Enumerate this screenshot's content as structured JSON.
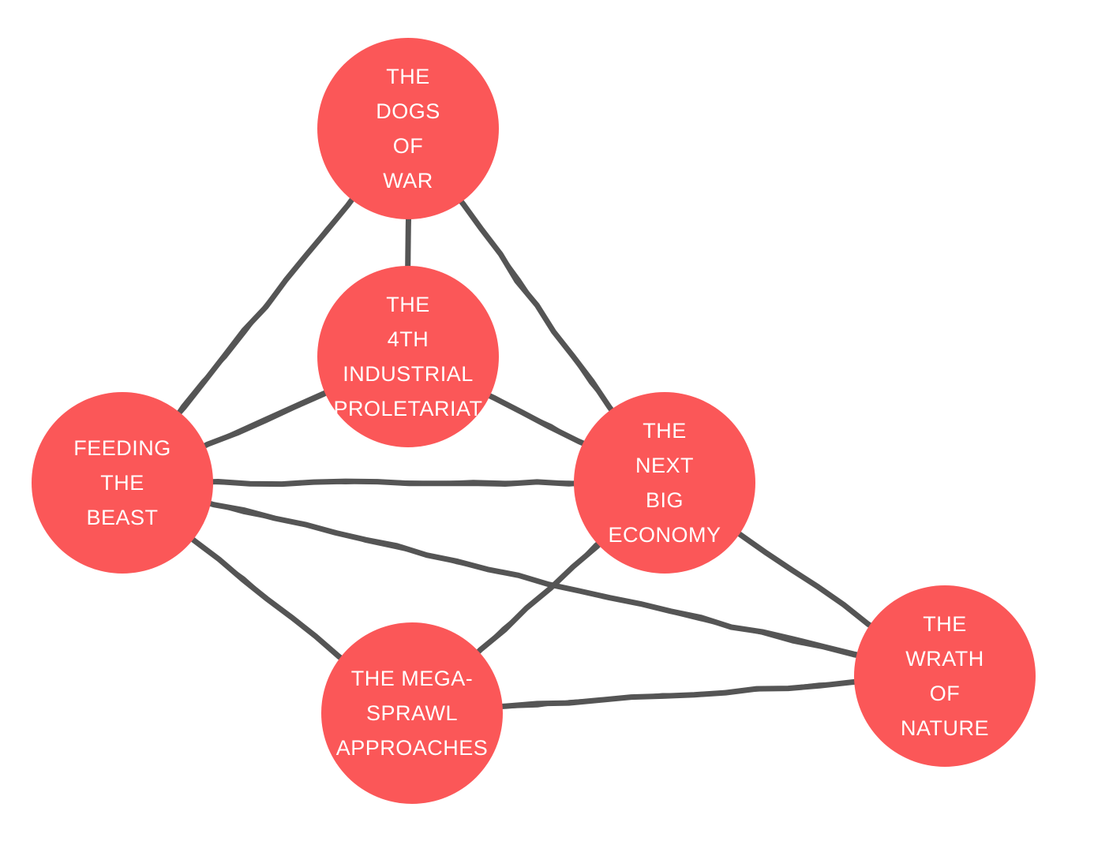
{
  "diagram": {
    "colors": {
      "node_fill": "#fb5758",
      "edge": "#555555",
      "label": "#ffffff",
      "background": "#ffffff"
    },
    "nodes": [
      {
        "id": "dogs_of_war",
        "lines": [
          "THE",
          "DOGS",
          "OF",
          "WAR"
        ]
      },
      {
        "id": "fourth_industrial",
        "lines": [
          "THE",
          "4TH",
          "INDUSTRIAL",
          "PROLETARIAT"
        ]
      },
      {
        "id": "feeding_the_beast",
        "lines": [
          "FEEDING",
          "THE",
          "BEAST"
        ]
      },
      {
        "id": "next_big_economy",
        "lines": [
          "THE",
          "NEXT",
          "BIG",
          "ECONOMY"
        ]
      },
      {
        "id": "mega_sprawl",
        "lines": [
          "THE MEGA-",
          "SPRAWL",
          "APPROACHES"
        ]
      },
      {
        "id": "wrath_of_nature",
        "lines": [
          "THE",
          "WRATH",
          "OF",
          "NATURE"
        ]
      }
    ],
    "edges": [
      [
        "dogs_of_war",
        "feeding_the_beast"
      ],
      [
        "dogs_of_war",
        "fourth_industrial"
      ],
      [
        "dogs_of_war",
        "next_big_economy"
      ],
      [
        "fourth_industrial",
        "feeding_the_beast"
      ],
      [
        "fourth_industrial",
        "next_big_economy"
      ],
      [
        "feeding_the_beast",
        "next_big_economy"
      ],
      [
        "feeding_the_beast",
        "wrath_of_nature"
      ],
      [
        "feeding_the_beast",
        "mega_sprawl"
      ],
      [
        "next_big_economy",
        "mega_sprawl"
      ],
      [
        "next_big_economy",
        "wrath_of_nature"
      ],
      [
        "mega_sprawl",
        "wrath_of_nature"
      ]
    ]
  }
}
